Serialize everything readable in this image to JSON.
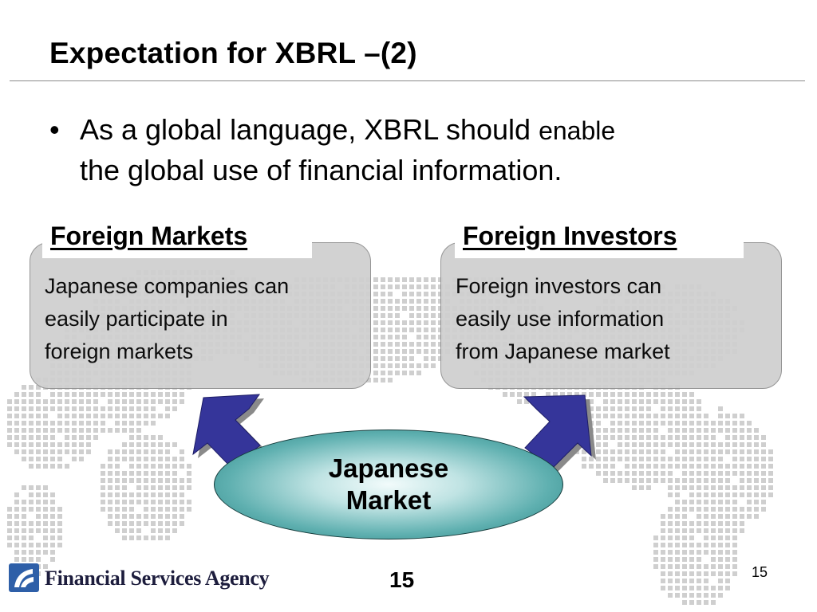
{
  "slide": {
    "title": "Expectation for XBRL –(2)",
    "bullet": {
      "symbol": "•",
      "text_main": "As a global language, XBRL should ",
      "text_small": "enable",
      "text_line2": "the global use of financial information."
    },
    "left_panel": {
      "heading": "Foreign Markets",
      "lines": [
        "Japanese companies can",
        "easily participate in",
        "foreign markets"
      ]
    },
    "right_panel": {
      "heading": "Foreign Investors",
      "lines": [
        "Foreign investors can",
        "easily use information",
        "from Japanese market"
      ]
    },
    "center": {
      "line1": "Japanese",
      "line2": "Market"
    },
    "logo": {
      "text": "Financial Services Agency",
      "icon": "fsa-logo-icon"
    },
    "page_number_center": "15",
    "page_number_right": "15"
  },
  "colors": {
    "arrow_fill": "#35359a",
    "arrow_shadow": "#8a8a8a",
    "panel_fill": "#d0d0d0",
    "oval_edge": "#237d7d",
    "map_dots": "#cfcfcf",
    "logo_blue": "#2e5fa8"
  }
}
